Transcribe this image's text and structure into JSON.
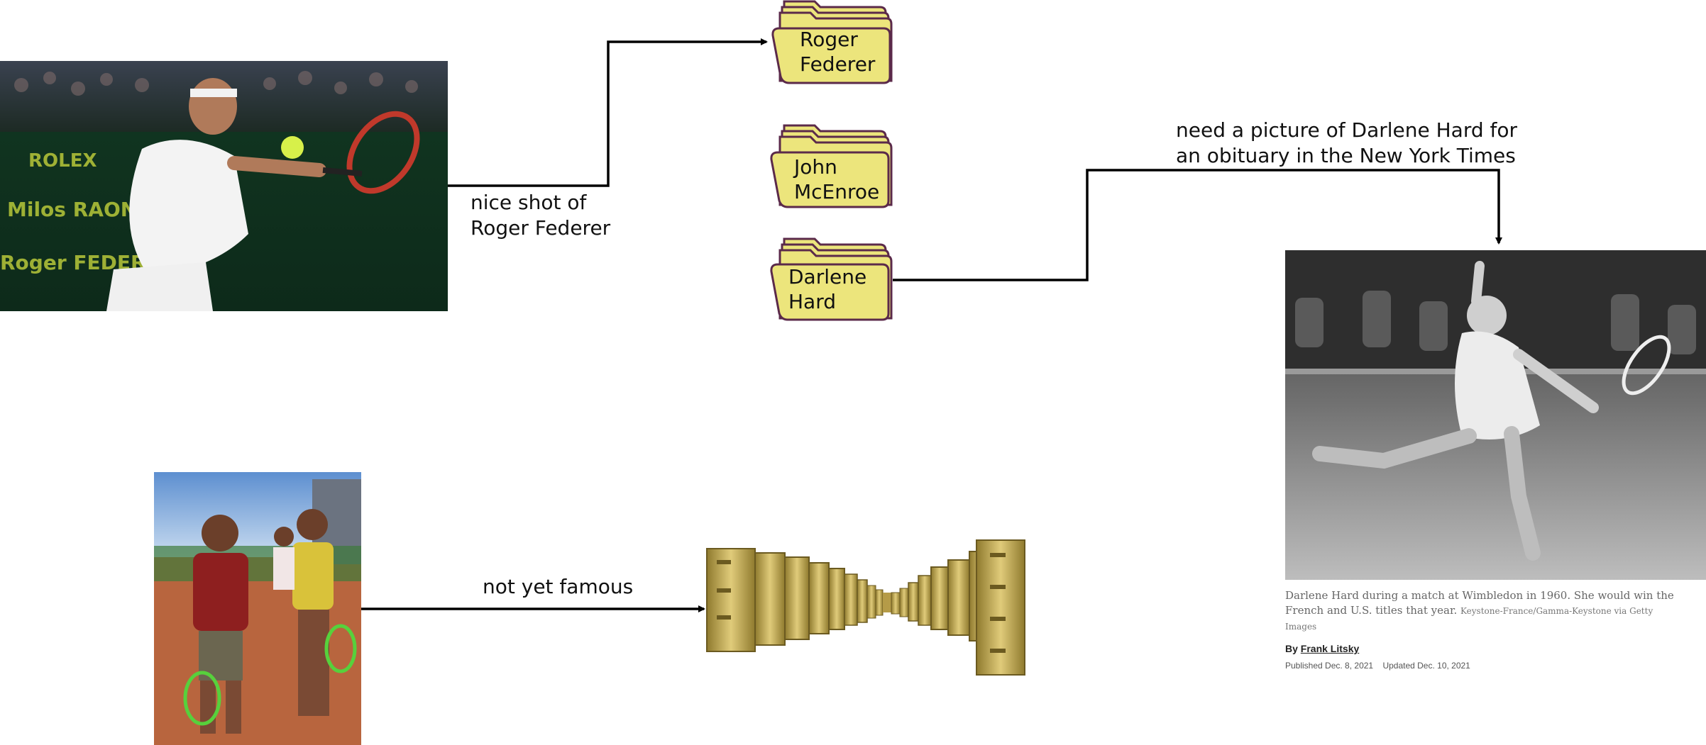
{
  "edges": {
    "federer_caption_line1": "nice shot of",
    "federer_caption_line2": "Roger Federer",
    "darlene_request_line1": "need a picture of Darlene Hard for",
    "darlene_request_line2": "an obituary in the New York Times",
    "kids_caption": "not yet famous"
  },
  "folders": [
    {
      "line1": "Roger",
      "line2": "Federer"
    },
    {
      "line1": "John",
      "line2": "McEnroe"
    },
    {
      "line1": "Darlene",
      "line2": "Hard"
    }
  ],
  "article": {
    "caption": "Darlene Hard during a match at Wimbledon in 1960. She would win the French and U.S. titles that year.",
    "credit": "Keystone-France/Gamma-Keystone via Getty Images",
    "byline_prefix": "By",
    "author": "Frank Litsky",
    "published": "Published Dec. 8, 2021",
    "updated": "Updated Dec. 10, 2021"
  },
  "colors": {
    "folder_fill": "#ece57c",
    "folder_stroke": "#5b2a4a",
    "arrow": "#000000",
    "cabinet": "#c9b25a"
  }
}
